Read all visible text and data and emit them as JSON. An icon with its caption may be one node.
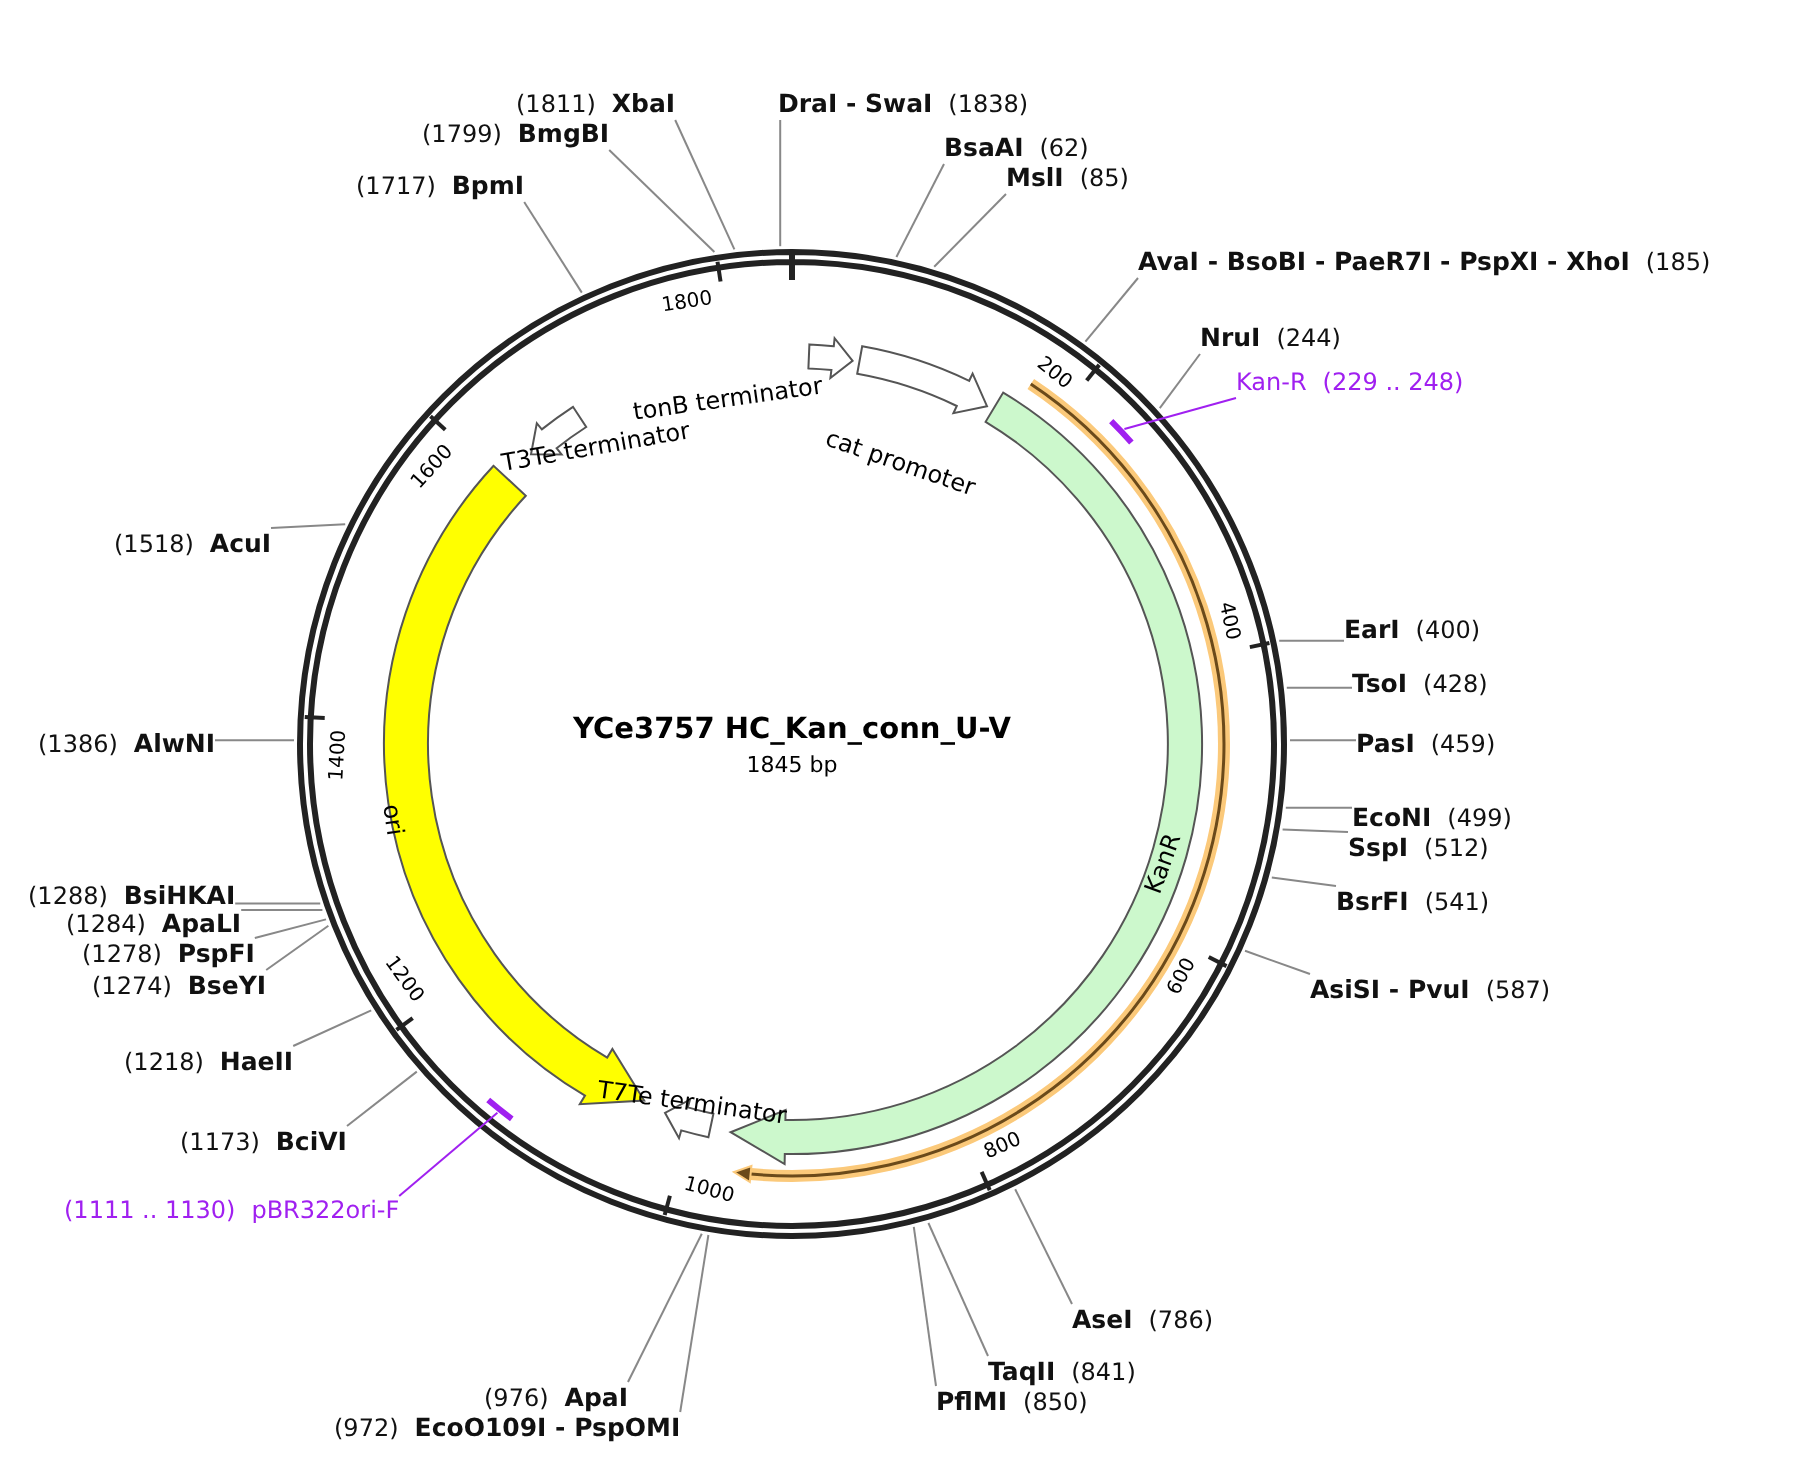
{
  "diagram": {
    "title": "YCe3757 HC_Kan_conn_U-V",
    "nodes": [
      {
        "text": [
          "(1811)",
          "XbaI"
        ]
      },
      {
        "text": [
          "(1799)",
          "BmgBI"
        ]
      },
      {
        "text": [
          "(1717)",
          "BpmI"
        ]
      },
      {
        "text": [
          "DraI - SwaI",
          "(1838)"
        ]
      },
      {
        "text": [
          "BsaAI",
          "(62)"
        ]
      },
      {
        "text": [
          "MslI",
          "(85)"
        ]
      },
      {
        "text": [
          "AvaI - BsoBI - PaeR7I - PspXI - XhoI",
          "(185)"
        ]
      },
      {
        "text": [
          "NruI",
          "(244)"
        ]
      },
      {
        "text": [
          "Kan-R",
          "(229 .. 248)"
        ]
      },
      {
        "text": [],
        "shape": "bar"
      },
      {
        "text": [
          "EarI",
          "(400)"
        ]
      },
      {
        "text": [
          "TsoI",
          "(428)"
        ]
      },
      {
        "text": [
          "PasI",
          "(459)"
        ]
      },
      {
        "text": [
          "EcoNI",
          "(499)"
        ]
      },
      {
        "text": [
          "SspI",
          "(512)"
        ]
      },
      {
        "text": [
          "BsrFI",
          "(541)"
        ]
      },
      {
        "text": [
          "AsiSI - PvuI",
          "(587)"
        ]
      },
      {
        "text": [
          "AseI",
          "(786)"
        ]
      },
      {
        "text": [
          "TaqII",
          "(841)"
        ]
      },
      {
        "text": [
          "PflMI",
          "(850)"
        ]
      },
      {
        "text": [
          "(976)",
          "ApaI"
        ]
      },
      {
        "text": [
          "(972)",
          "EcoO109I - PspOMI"
        ]
      },
      {
        "text": [
          "(1173)",
          "BciVI"
        ]
      },
      {
        "text": [
          "(1111 .. 1130)",
          "pBR322ori-F"
        ]
      },
      {
        "text": [],
        "shape": "bar"
      },
      {
        "text": [
          "(1218)",
          "HaeII"
        ]
      },
      {
        "text": [
          "(1274)",
          "BseYI"
        ]
      },
      {
        "text": [
          "(1278)",
          "PspFI"
        ]
      },
      {
        "text": [
          "(1284)",
          "ApaLI"
        ]
      },
      {
        "text": [
          "(1288)",
          "BsiHKAI"
        ]
      },
      {
        "text": [
          "(1386)",
          "AlwNI"
        ]
      },
      {
        "text": [
          "(1518)",
          "AcuI"
        ]
      },
      {
        "text": [
          "tonB terminator"
        ]
      },
      {
        "text": [
          "cat promoter"
        ]
      },
      {
        "text": [
          "KanR"
        ]
      },
      {
        "text": [
          "ori"
        ]
      },
      {
        "text": [
          "T3Te terminator"
        ]
      },
      {
        "text": [
          "T7Te terminator"
        ]
      }
    ],
    "edges": [
      {
        "from": 0,
        "to": null,
        "arrow": "none"
      },
      {
        "from": 1,
        "to": null,
        "arrow": "none"
      },
      {
        "from": 2,
        "to": null,
        "arrow": "none"
      },
      {
        "from": 3,
        "to": null,
        "arrow": "none"
      },
      {
        "from": 4,
        "to": null,
        "arrow": "none"
      },
      {
        "from": 5,
        "to": null,
        "arrow": "none"
      },
      {
        "from": 6,
        "to": null,
        "arrow": "none"
      },
      {
        "from": 7,
        "to": null,
        "arrow": "none"
      },
      {
        "from": 8,
        "to": 9,
        "arrow": "none",
        "color": "#a020f0"
      },
      {
        "from": 10,
        "to": null,
        "arrow": "none"
      },
      {
        "from": 11,
        "to": null,
        "arrow": "none"
      },
      {
        "from": 12,
        "to": null,
        "arrow": "none"
      },
      {
        "from": 13,
        "to": null,
        "arrow": "none"
      },
      {
        "from": 14,
        "to": null,
        "arrow": "none"
      },
      {
        "from": 15,
        "to": null,
        "arrow": "none"
      },
      {
        "from": 16,
        "to": null,
        "arrow": "none"
      },
      {
        "from": 17,
        "to": null,
        "arrow": "none"
      },
      {
        "from": 18,
        "to": null,
        "arrow": "none"
      },
      {
        "from": 19,
        "to": null,
        "arrow": "none"
      },
      {
        "from": 20,
        "to": null,
        "arrow": "none"
      },
      {
        "from": 21,
        "to": null,
        "arrow": "none"
      },
      {
        "from": 22,
        "to": null,
        "arrow": "none"
      },
      {
        "from": 23,
        "to": 24,
        "arrow": "none",
        "color": "#a020f0"
      },
      {
        "from": 25,
        "to": null,
        "arrow": "none"
      },
      {
        "from": 26,
        "to": null,
        "arrow": "none"
      },
      {
        "from": 27,
        "to": null,
        "arrow": "none"
      },
      {
        "from": 28,
        "to": null,
        "arrow": "none"
      },
      {
        "from": 29,
        "to": null,
        "arrow": "none"
      },
      {
        "from": 30,
        "to": null,
        "arrow": "none"
      },
      {
        "from": 31,
        "to": null,
        "arrow": "none"
      }
    ],
    "labels": [
      "1845 bp",
      "200",
      "400",
      "600",
      "800",
      "1000",
      "1200",
      "1400",
      "1600",
      "1800"
    ]
  }
}
